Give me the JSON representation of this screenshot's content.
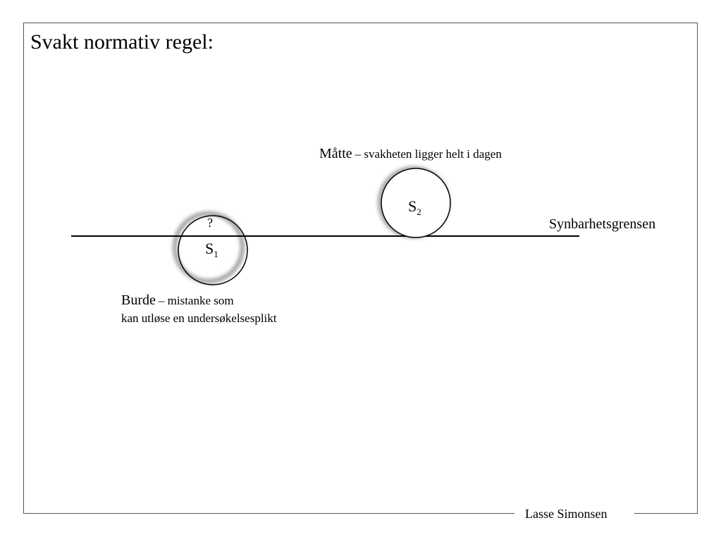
{
  "title": "Svakt normativ regel:",
  "visibility_line_label": "Synbarhetsgrensen",
  "s1": {
    "symbol": "S",
    "subscript": "1",
    "question": "?"
  },
  "s2": {
    "symbol": "S",
    "subscript": "2"
  },
  "burde": {
    "term": "Burde",
    "desc_line1": "– mistanke som",
    "desc_line2": "kan utløse en undersøkelsesplikt"
  },
  "matte": {
    "term": "Måtte",
    "desc": "– svakheten ligger helt i dagen"
  },
  "footer": "Lasse Simonsen"
}
